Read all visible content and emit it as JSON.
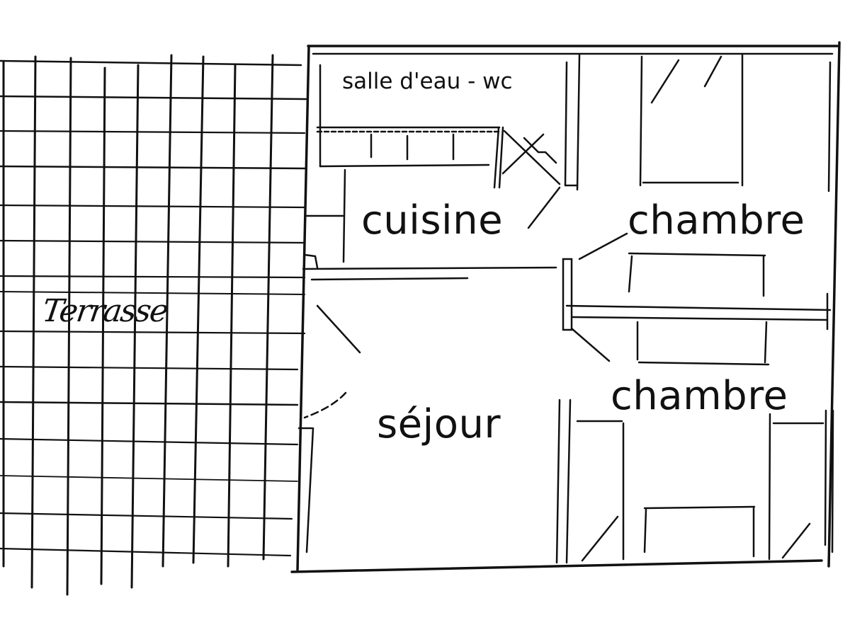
{
  "plan": {
    "type": "hand-drawn floor plan",
    "background": "#ffffff",
    "ink_color": "#111111"
  },
  "rooms": {
    "salle_eau": {
      "label": "salle d'eau - wc"
    },
    "cuisine": {
      "label": "cuisine"
    },
    "chambre_1": {
      "label": "chambre"
    },
    "chambre_2": {
      "label": "chambre"
    },
    "sejour": {
      "label": "séjour"
    },
    "terrasse": {
      "label": "Terrasse"
    }
  },
  "terrace_grid": {
    "columns_x": [
      5,
      50,
      100,
      148,
      195,
      242,
      287,
      332,
      380
    ],
    "rows_y": [
      86,
      136,
      186,
      235,
      290,
      340,
      390,
      440,
      490,
      520,
      570,
      620,
      672,
      725,
      780
    ]
  }
}
